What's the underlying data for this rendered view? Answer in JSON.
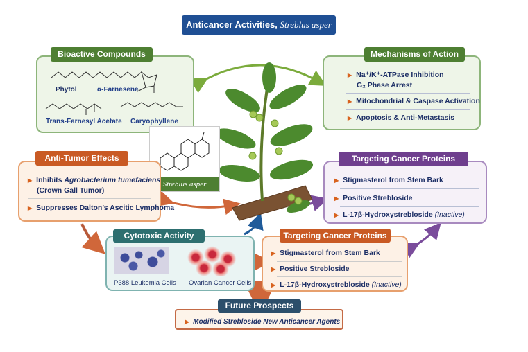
{
  "title": {
    "main": "Anticancer Activities,",
    "species": "Streblus asper"
  },
  "bioactive": {
    "header": "Bioactive Compounds",
    "compounds": [
      "Phytol",
      "α-Farnesene",
      "Trans-Farnesyl Acetate",
      "Caryophyllene"
    ]
  },
  "mechanisms": {
    "header": "Mechanisms of Action",
    "items": [
      {
        "line1": "Na⁺/K⁺-ATPase Inhibition",
        "line2": "G₂ Phase Arrest"
      },
      {
        "line1": "Mitochondrial & Caspase Activation"
      },
      {
        "line1": "Apoptosis & Anti-Metastasis"
      }
    ]
  },
  "structure_label": "Streblus asper",
  "anti_tumor": {
    "header": "Anti-Tumor Effects",
    "item1_prefix": "Inhibits ",
    "item1_italic": "Agrobacterium tumefaciens",
    "item1_line2": "(Crown Gall Tumor)",
    "item2": "Suppresses Dalton’s Ascitic Lymphoma"
  },
  "targeting_purple": {
    "header": "Targeting Cancer Proteins",
    "items": [
      "Stigmasterol from Stem Bark",
      "Positive Strebloside",
      "L-17β-Hydroxystrebloside"
    ],
    "note": "(Inactive)"
  },
  "targeting_orange": {
    "header": "Targeting Cancer Proteins",
    "items": [
      "Stigmasterol from Stem Bark",
      "Positive Strebloside",
      "L-17β-Hydroxystrebloside"
    ],
    "note": "(Inactive)"
  },
  "cytotoxic": {
    "header": "Cytotoxic Activity",
    "cells": [
      "P388 Leukemia Cells",
      "Ovarian Cancer Cells"
    ]
  },
  "future": {
    "header": "Future Prospects",
    "item": "Modified Strebloside New Anticancer Agents"
  },
  "colors": {
    "blue": "#1f4f94",
    "green": "#4e7f32",
    "orange": "#c95a24",
    "purple": "#6f3f8e",
    "teal": "#2d6f70",
    "navy": "#2c4f6b"
  }
}
